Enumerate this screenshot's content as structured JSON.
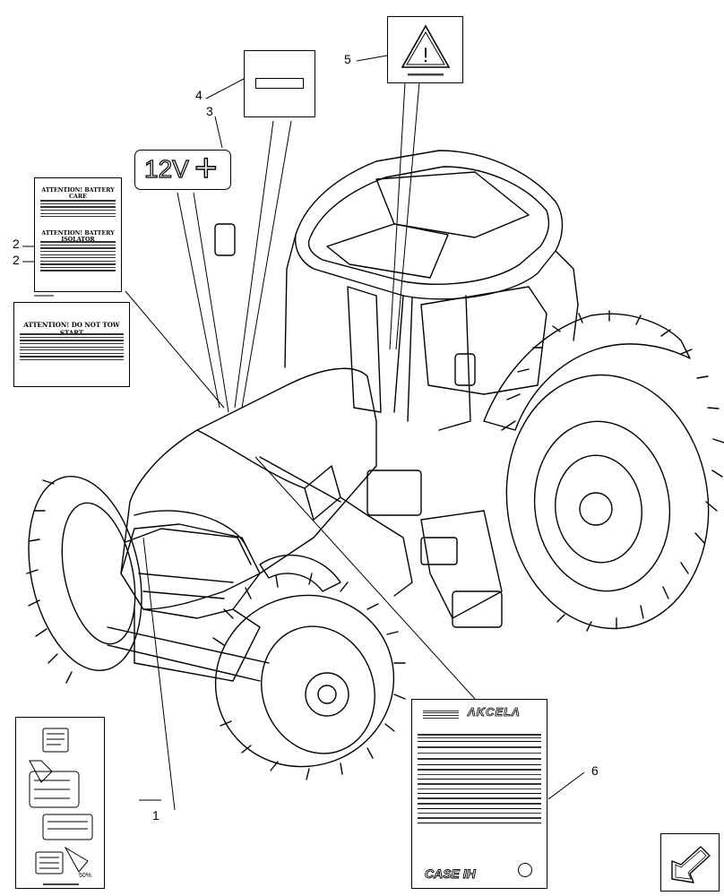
{
  "callouts": [
    "1",
    "2",
    "2",
    "3",
    "4",
    "5",
    "6"
  ],
  "decals": {
    "battery_care": {
      "heading": "ATTENTION! BATTERY CARE",
      "subheading": "ATTENTION! BATTERY ISOLATOR"
    },
    "do_not_tow": {
      "heading": "ATTENTION! DO NOT TOW START"
    },
    "battery_plus": {
      "label": "12V",
      "symbol": "+"
    },
    "battery_minus": {
      "symbol": "−"
    },
    "warning": {
      "symbol": "!"
    },
    "model_plate": {
      "brand": "ΛKCELΛ",
      "logo": "CASE IH"
    }
  },
  "colors": {
    "line": "#000000",
    "background": "#ffffff",
    "fill": "#f2f2f2"
  }
}
